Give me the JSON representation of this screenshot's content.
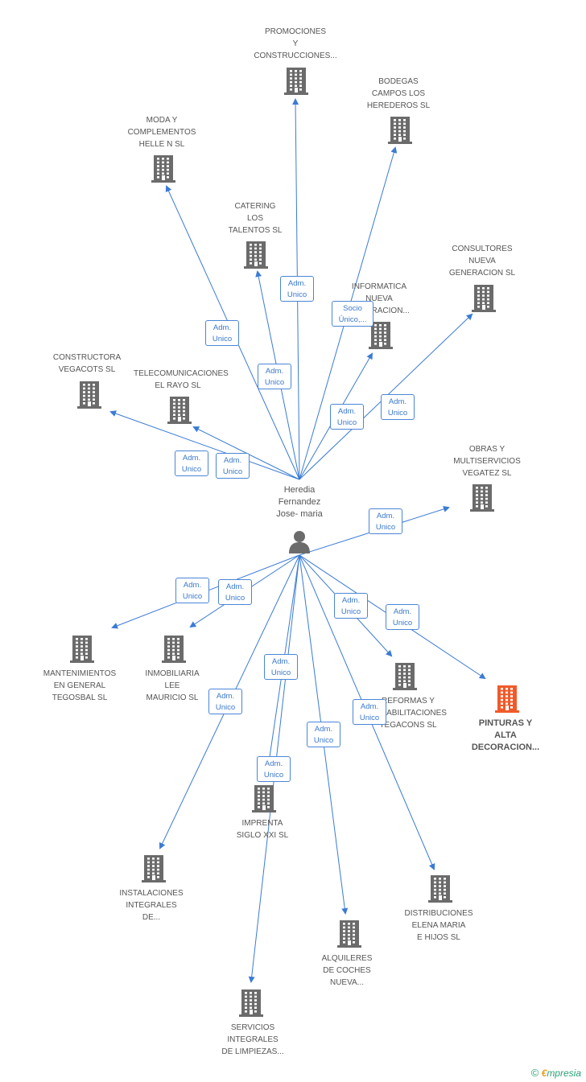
{
  "center": {
    "name_lines": [
      "Heredia",
      "Fernandez",
      "Jose- maria"
    ]
  },
  "colors": {
    "edge": "#3a7bd5",
    "building": "#6b6b6b",
    "highlight": "#f05a2a"
  },
  "nodes": [
    {
      "id": "promociones",
      "lines": [
        "PROMOCIONES",
        "Y",
        "CONSTRUCCIONES..."
      ]
    },
    {
      "id": "bodegas",
      "lines": [
        "BODEGAS",
        "CAMPOS LOS",
        "HEREDEROS SL"
      ]
    },
    {
      "id": "moda",
      "lines": [
        "MODA Y",
        "COMPLEMENTOS",
        "HELLE N SL"
      ]
    },
    {
      "id": "catering",
      "lines": [
        "CATERING",
        "LOS",
        "TALENTOS SL"
      ]
    },
    {
      "id": "consultores",
      "lines": [
        "CONSULTORES",
        "NUEVA",
        "GENERACION SL"
      ]
    },
    {
      "id": "informatica",
      "lines": [
        "INFORMATICA",
        "NUEVA",
        "GENERACION..."
      ]
    },
    {
      "id": "constructora",
      "lines": [
        "CONSTRUCTORA",
        "VEGACOTS SL"
      ]
    },
    {
      "id": "telecom",
      "lines": [
        "TELECOMUNICACIONES",
        "EL RAYO SL"
      ]
    },
    {
      "id": "obras",
      "lines": [
        "OBRAS Y",
        "MULTISERVICIOS",
        "VEGATEZ SL"
      ]
    },
    {
      "id": "mantenimientos",
      "lines": [
        "MANTENIMIENTOS",
        "EN GENERAL",
        "TEGOSBAL SL"
      ]
    },
    {
      "id": "inmobiliaria",
      "lines": [
        "INMOBILIARIA",
        "LEE",
        "MAURICIO SL"
      ]
    },
    {
      "id": "reformas",
      "lines": [
        "REFORMAS Y",
        "REHABILITACIONES",
        "TEGACONS SL"
      ]
    },
    {
      "id": "pinturas",
      "lines": [
        "PINTURAS Y",
        "ALTA",
        "DECORACION..."
      ],
      "highlight": true
    },
    {
      "id": "imprenta",
      "lines": [
        "IMPRENTA",
        "SIGLO XXI SL"
      ]
    },
    {
      "id": "instalaciones",
      "lines": [
        "INSTALACIONES",
        "INTEGRALES",
        "DE..."
      ]
    },
    {
      "id": "distribuciones",
      "lines": [
        "DISTRIBUCIONES",
        "ELENA MARIA",
        "E HIJOS SL"
      ]
    },
    {
      "id": "alquileres",
      "lines": [
        "ALQUILERES",
        "DE COCHES",
        "NUEVA..."
      ]
    },
    {
      "id": "servicios",
      "lines": [
        "SERVICIOS",
        "INTEGRALES",
        "DE LIMPIEZAS..."
      ]
    }
  ],
  "badges": {
    "promociones": [
      "Adm.",
      "Unico"
    ],
    "bodegas": [
      "Socio",
      "Único,..."
    ],
    "moda": [
      "Adm.",
      "Unico"
    ],
    "catering": [
      "Adm.",
      "Unico"
    ],
    "consultores": [
      "Adm.",
      "Unico"
    ],
    "informatica": [
      "Adm.",
      "Unico"
    ],
    "constructora": [
      "Adm.",
      "Unico"
    ],
    "telecom": [
      "Adm.",
      "Unico"
    ],
    "obras": [
      "Adm.",
      "Unico"
    ],
    "mantenimientos": [
      "Adm.",
      "Unico"
    ],
    "inmobiliaria": [
      "Adm.",
      "Unico"
    ],
    "reformas": [
      "Adm.",
      "Unico"
    ],
    "pinturas": [
      "Adm.",
      "Unico"
    ],
    "imprenta": [
      "Adm.",
      "Unico"
    ],
    "instalaciones": [
      "Adm.",
      "Unico"
    ],
    "distribuciones": [
      "Adm.",
      "Unico"
    ],
    "alquileres": [
      "Adm.",
      "Unico"
    ],
    "servicios": [
      "Adm.",
      "Unico"
    ]
  },
  "footer": {
    "copyright": "©",
    "brand_e": "€",
    "brand_rest": "mpresia"
  }
}
